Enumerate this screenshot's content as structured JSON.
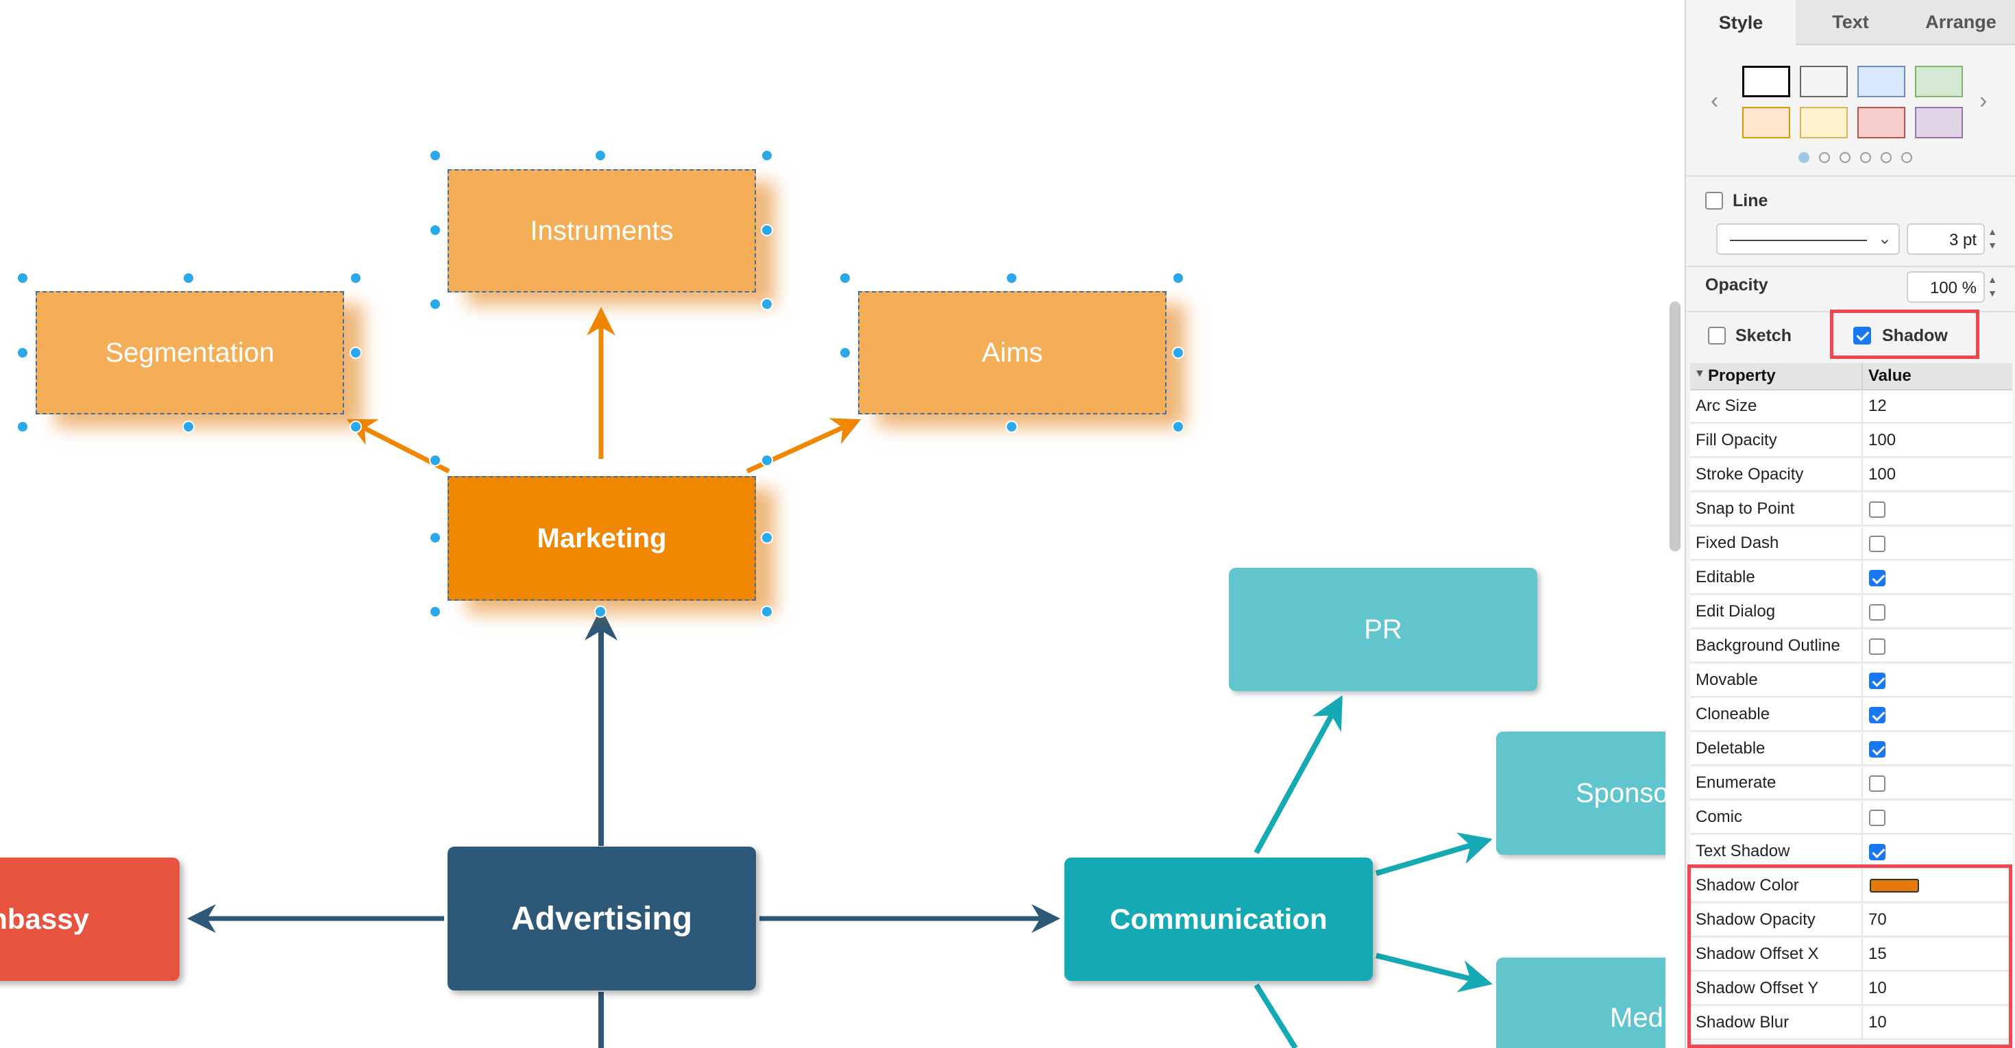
{
  "colors": {
    "accent": "#1877f2",
    "orange_child": "#f3ae57",
    "orange_selected": "#ef8703",
    "advertising": "#2d5878",
    "embassy": "#e8533f",
    "communication": "#14a9b3",
    "teal_light": "#60c5cd",
    "handle": "#29a9e9",
    "highlight": "#f0474f",
    "shadow_color": "#e27a0a"
  },
  "diagram": {
    "nodes": {
      "instruments": "Instruments",
      "segmentation": "Segmentation",
      "aims": "Aims",
      "marketing": "Marketing",
      "pr": "PR",
      "sponsorship": "Sponso",
      "advertising": "Advertising",
      "communication": "Communication",
      "embassy": "nbassy",
      "media": "Med"
    }
  },
  "panel": {
    "tabs": [
      "Style",
      "Text",
      "Arrange"
    ],
    "active_tab": "Style",
    "swatches": [
      {
        "fill": "#ffffff",
        "stroke": "#000000"
      },
      {
        "fill": "#f5f5f5",
        "stroke": "#666666"
      },
      {
        "fill": "#dae8fc",
        "stroke": "#6c8ebf"
      },
      {
        "fill": "#d5e8d4",
        "stroke": "#82b366"
      },
      {
        "fill": "#ffe6cc",
        "stroke": "#d79b00"
      },
      {
        "fill": "#fff2cc",
        "stroke": "#d6b656"
      },
      {
        "fill": "#f8cecc",
        "stroke": "#b85450"
      },
      {
        "fill": "#e1d5e7",
        "stroke": "#9673a6"
      }
    ],
    "page_dots": 6,
    "line": {
      "label": "Line",
      "checked": false,
      "width": "3 pt"
    },
    "opacity": {
      "label": "Opacity",
      "value": "100 %"
    },
    "sketch": {
      "label": "Sketch",
      "checked": false
    },
    "shadow": {
      "label": "Shadow",
      "checked": true
    },
    "table": {
      "header": {
        "property": "Property",
        "value": "Value"
      },
      "rows": [
        {
          "name": "Arc Size",
          "value": "12"
        },
        {
          "name": "Fill Opacity",
          "value": "100"
        },
        {
          "name": "Stroke Opacity",
          "value": "100"
        },
        {
          "name": "Snap to Point",
          "checked": false
        },
        {
          "name": "Fixed Dash",
          "checked": false
        },
        {
          "name": "Editable",
          "checked": true
        },
        {
          "name": "Edit Dialog",
          "checked": false
        },
        {
          "name": "Background Outline",
          "checked": false
        },
        {
          "name": "Movable",
          "checked": true
        },
        {
          "name": "Cloneable",
          "checked": true
        },
        {
          "name": "Deletable",
          "checked": true
        },
        {
          "name": "Enumerate",
          "checked": false
        },
        {
          "name": "Comic",
          "checked": false
        },
        {
          "name": "Text Shadow",
          "checked": true
        },
        {
          "name": "Shadow Color",
          "color": "#e27a0a"
        },
        {
          "name": "Shadow Opacity",
          "value": "70"
        },
        {
          "name": "Shadow Offset X",
          "value": "15"
        },
        {
          "name": "Shadow Offset Y",
          "value": "10"
        },
        {
          "name": "Shadow Blur",
          "value": "10"
        }
      ]
    }
  }
}
